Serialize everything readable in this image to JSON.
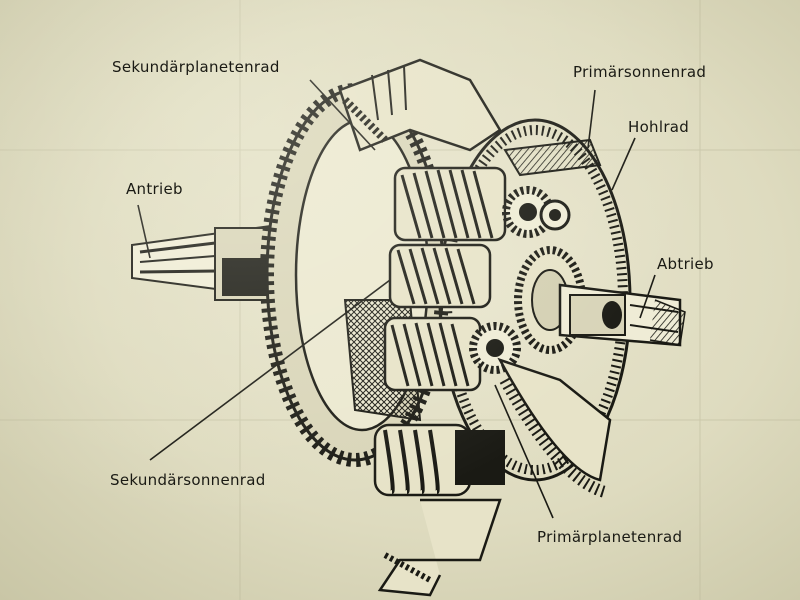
{
  "labels": {
    "sekundaerplanetenrad": "Sekundärplanetenrad",
    "primaersonnenrad": "Primärsonnenrad",
    "hohlrad": "Hohlrad",
    "antrieb": "Antrieb",
    "abtrieb": "Abtrieb",
    "sekundaersonnenrad": "Sekundärsonnenrad",
    "primaerplanetenrad": "Primärplanetenrad"
  },
  "colors": {
    "paper": "#e4e1c6",
    "ink": "#1a1a14"
  }
}
